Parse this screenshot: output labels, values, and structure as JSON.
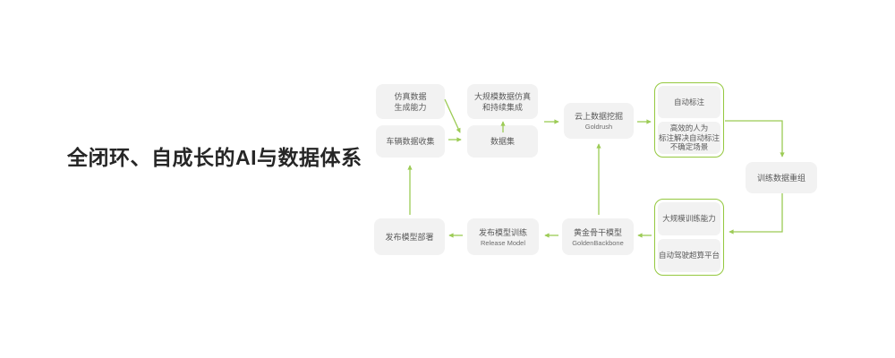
{
  "title": "全闭环、自成长的AI与数据体系",
  "colors": {
    "accent_green": "#94c83e",
    "arrow_green": "#9ccb55",
    "node_bg": "#f2f2f2",
    "node_text": "#595959",
    "title_text": "#262626"
  },
  "diagram": {
    "nodes": {
      "sim_data_gen": {
        "label": "仿真数据\n生成能力"
      },
      "vehicle_data": {
        "label": "车辆数据收集"
      },
      "sim_integration": {
        "label": "大规模数据仿真\n和持续集成"
      },
      "dataset": {
        "label": "数据集"
      },
      "cloud_mining": {
        "label": "云上数据挖掘",
        "sublabel": "Goldrush"
      },
      "auto_label": {
        "label": "自动标注"
      },
      "human_label": {
        "label": "高效的人为\n标注解决自动标注\n不确定场景"
      },
      "train_reorg": {
        "label": "训练数据重组"
      },
      "large_training": {
        "label": "大规模训练能力"
      },
      "ad_supercompute": {
        "label": "自动驾驶超算平台"
      },
      "golden_backbone": {
        "label": "黄金骨干模型",
        "sublabel": "GoldenBackbone"
      },
      "release_train": {
        "label": "发布模型训练",
        "sublabel": "Release Model"
      },
      "release_deploy": {
        "label": "发布模型部署"
      }
    }
  }
}
